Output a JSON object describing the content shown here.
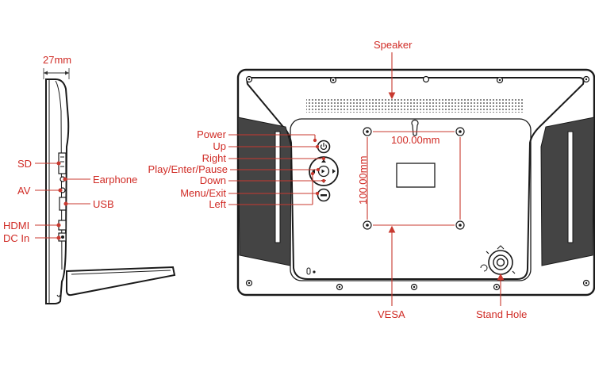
{
  "colors": {
    "label": "#d02b25",
    "line": "#c8392f",
    "device": "#1a1a1a",
    "panel": "#444444",
    "paper": "#ffffff"
  },
  "side_view": {
    "thickness": "27mm",
    "ports": [
      "SD",
      "AV",
      "HDMI",
      "DC In"
    ],
    "right_ports": [
      "Earphone",
      "USB"
    ]
  },
  "buttons": {
    "labels": [
      "Power",
      "Up",
      "Right",
      "Play/Enter/Pause",
      "Down",
      "Menu/Exit",
      "Left"
    ]
  },
  "back_view": {
    "speaker": "Speaker",
    "vesa_width": "100.00mm",
    "vesa_height": "100.00mm",
    "vesa": "VESA",
    "stand_hole": "Stand Hole"
  }
}
